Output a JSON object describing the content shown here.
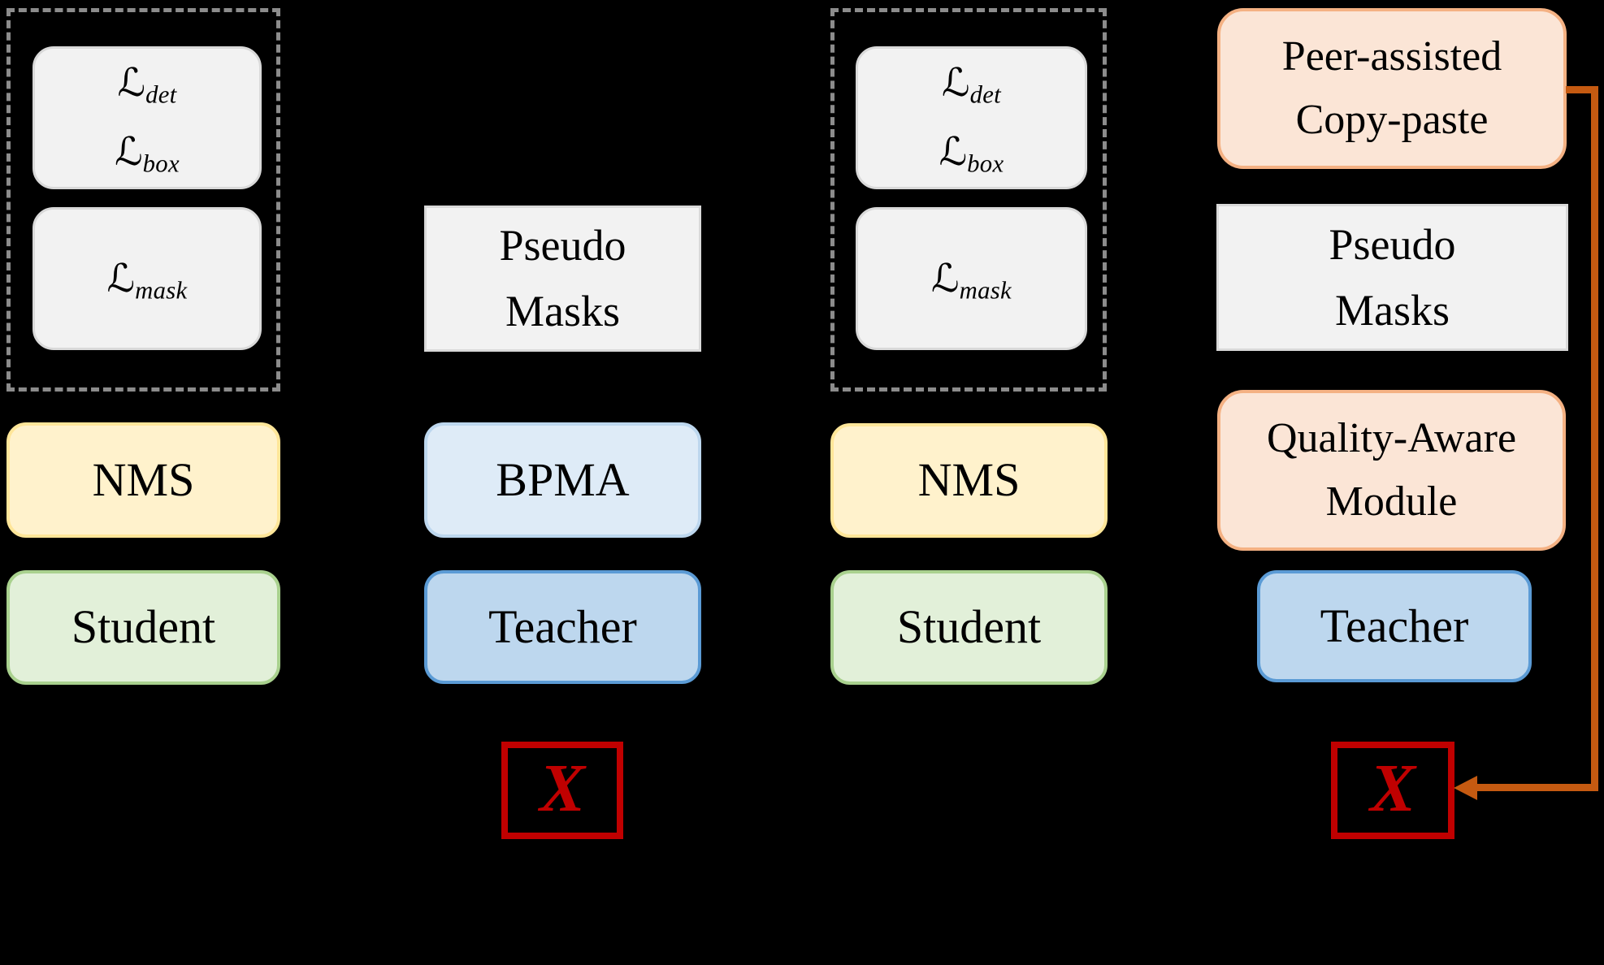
{
  "panel_a": {
    "loss_group": {
      "det_symbol": "ℒ",
      "det_sub": "det",
      "box_symbol": "ℒ",
      "box_sub": "box",
      "mask_symbol": "ℒ",
      "mask_sub": "mask"
    },
    "nms_label": "NMS",
    "student_label": "Student",
    "pseudo_masks_line1": "Pseudo",
    "pseudo_masks_line2": "Masks",
    "bpma_label": "BPMA",
    "teacher_label": "Teacher",
    "cross_label": "X"
  },
  "panel_b": {
    "loss_group": {
      "det_symbol": "ℒ",
      "det_sub": "det",
      "box_symbol": "ℒ",
      "box_sub": "box",
      "mask_symbol": "ℒ",
      "mask_sub": "mask"
    },
    "nms_label": "NMS",
    "student_label": "Student",
    "peer_copy_paste_line1": "Peer-assisted",
    "peer_copy_paste_line2": "Copy-paste",
    "pseudo_masks_line1": "Pseudo",
    "pseudo_masks_line2": "Masks",
    "quality_aware_line1": "Quality-Aware",
    "quality_aware_line2": "Module",
    "teacher_label": "Teacher",
    "cross_label": "X"
  },
  "colors": {
    "background": "#000000",
    "loss_fill": "#F2F2F2",
    "loss_border": "#D9D9D9",
    "nms_fill": "#FFF2CC",
    "nms_border": "#FFE699",
    "student_fill": "#E2F0D9",
    "student_border": "#A9D18E",
    "bpma_fill": "#DEEBF7",
    "bpma_border": "#BDD7EE",
    "teacher_fill": "#BDD7EE",
    "teacher_border": "#5B9BD5",
    "peach_fill": "#FBE5D6",
    "peach_border": "#F4B183",
    "connector_orange": "#C55A11",
    "cross_red": "#C00000",
    "dashed_border": "#8C8C8C"
  }
}
